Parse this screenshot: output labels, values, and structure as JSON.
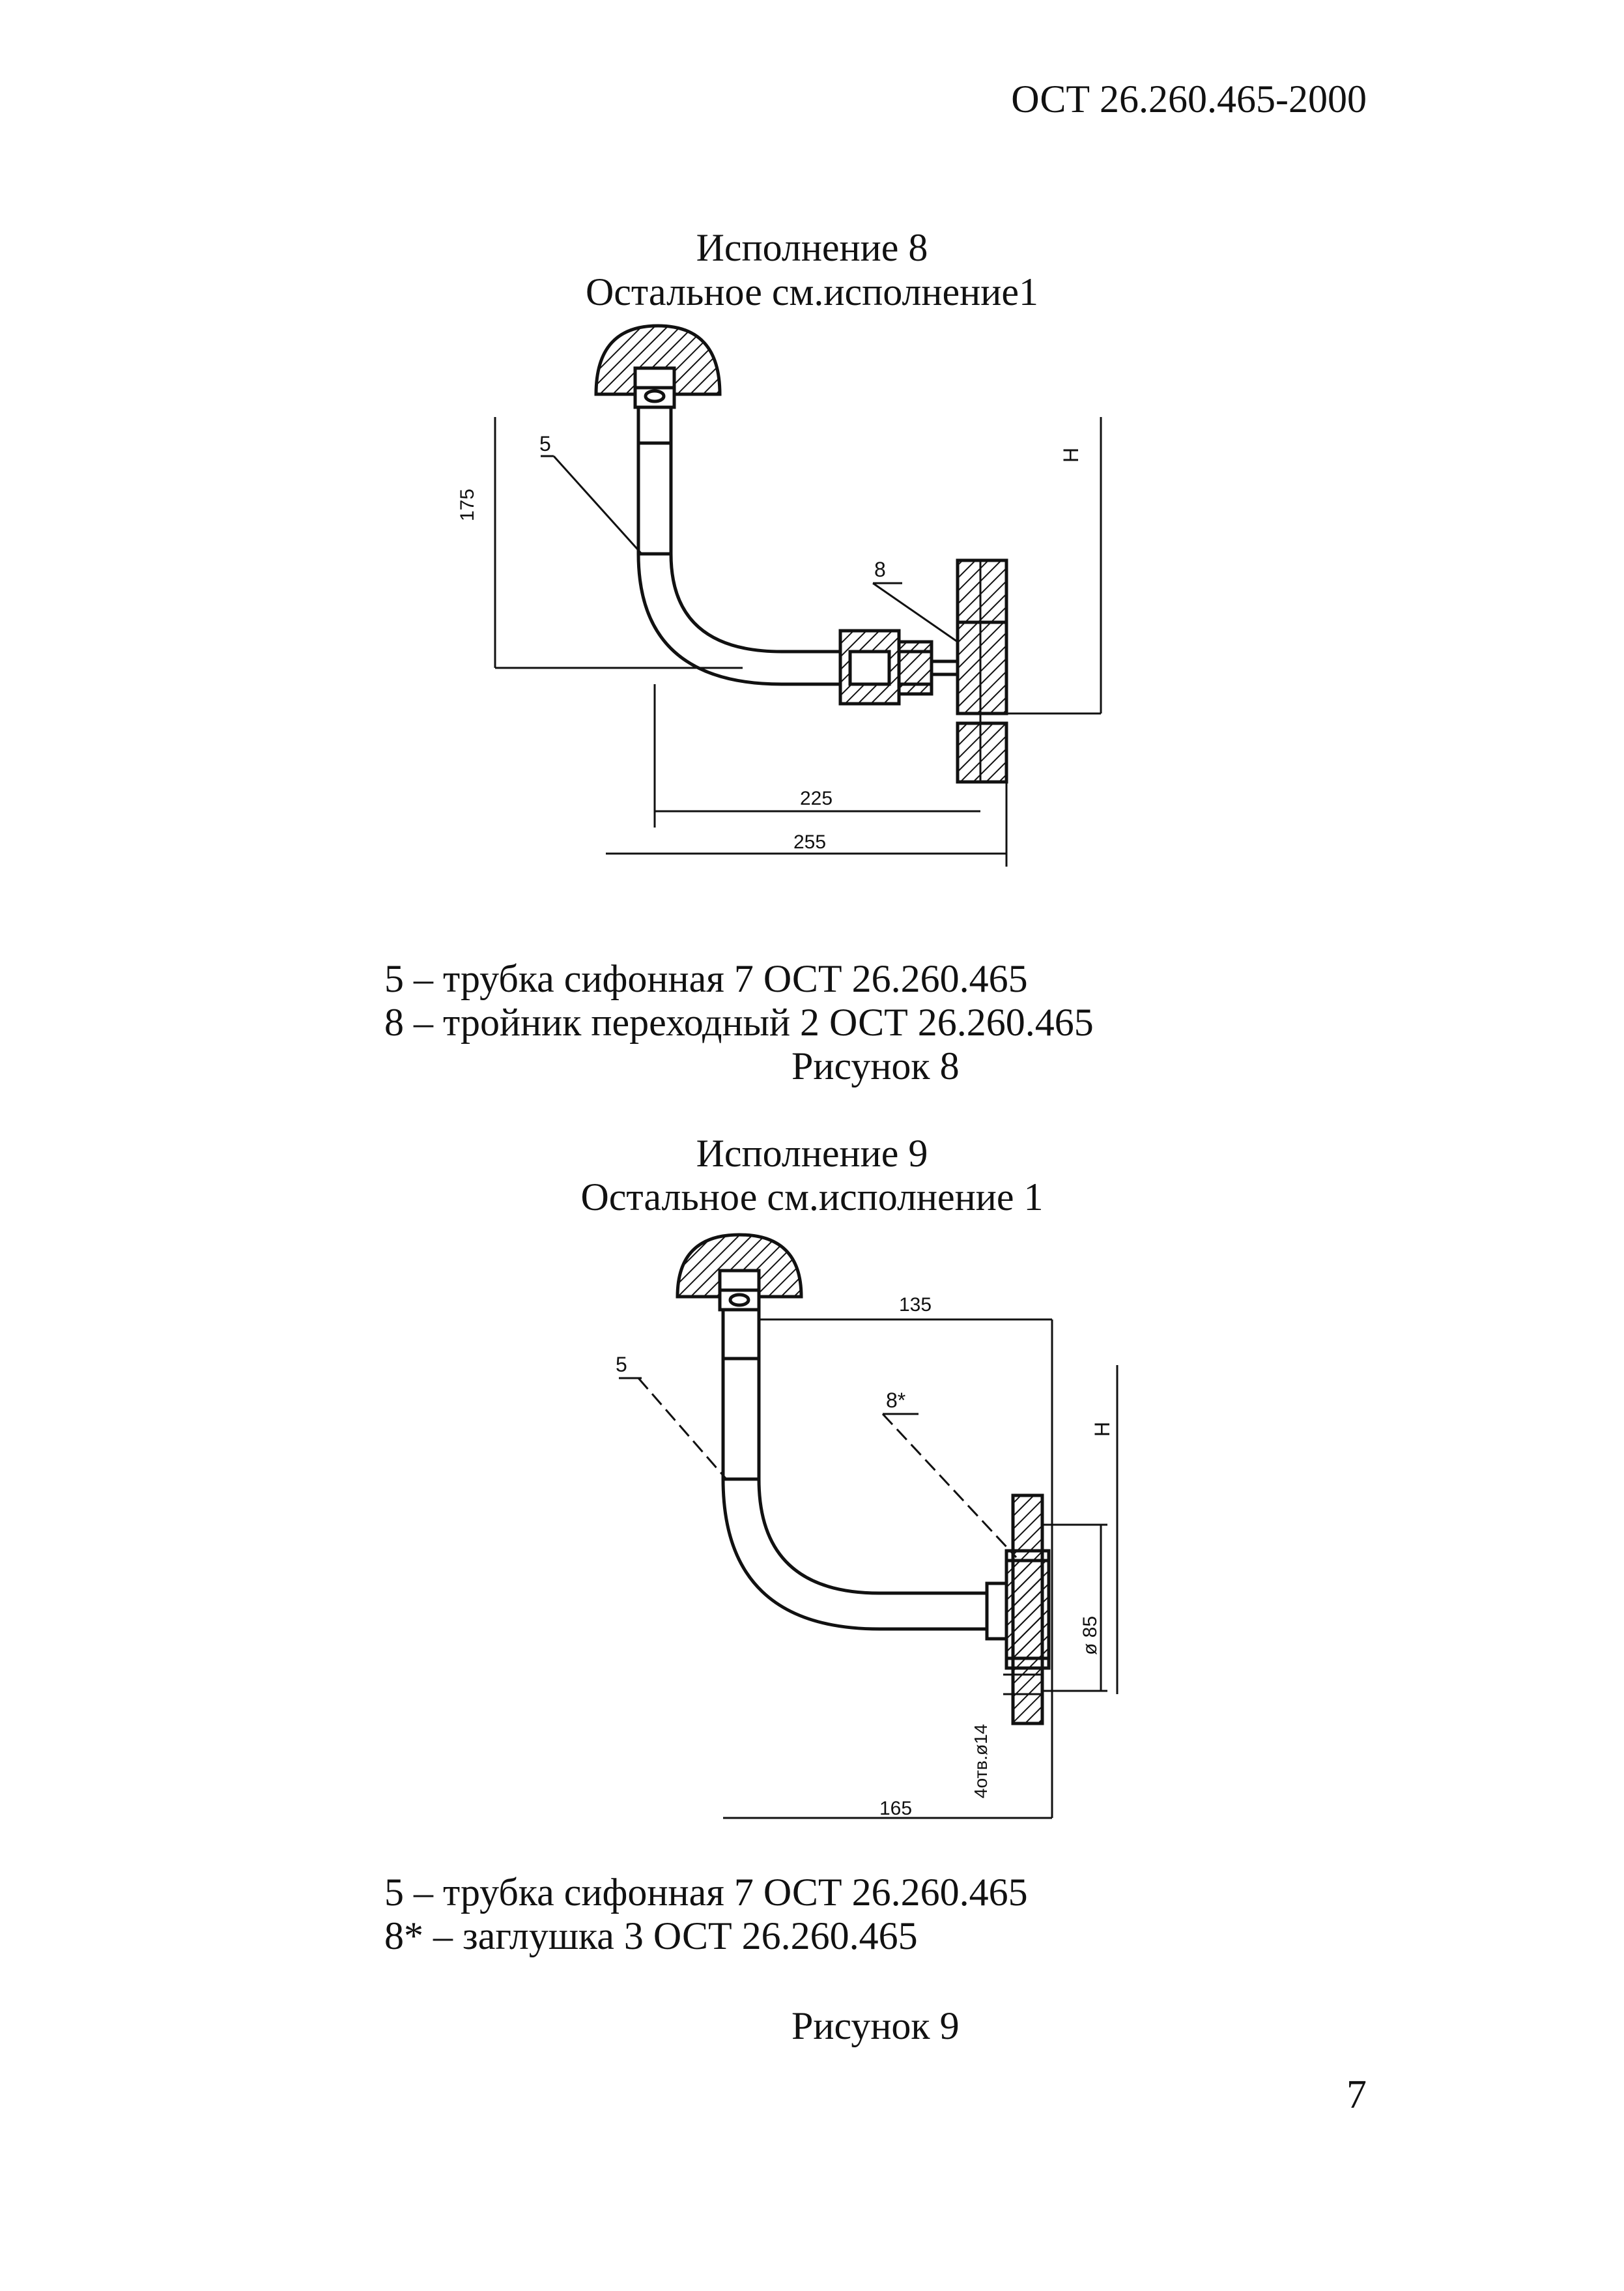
{
  "header": {
    "standard": "ОСТ 26.260.465-2000"
  },
  "figure8": {
    "title": "Исполнение 8",
    "subtitle": "Остальное см.исполнение1",
    "dims": {
      "vertical": "175",
      "inner": "225",
      "outer": "255",
      "height": "H"
    },
    "callouts": {
      "tube": "5",
      "tee": "8"
    },
    "legend": [
      "5 – трубка сифонная  7 ОСТ 26.260.465",
      "8 – тройник переходный  2 ОСТ 26.260.465"
    ],
    "caption": "Рисунок 8"
  },
  "figure9": {
    "title": "Исполнение 9",
    "subtitle": "Остальное см.исполнение 1",
    "dims": {
      "top": "135",
      "bottom": "165",
      "diameter": "ø 85",
      "holes": "4отв.ø14",
      "height": "H"
    },
    "callouts": {
      "tube": "5",
      "plug": "8*"
    },
    "legend": [
      "5 – трубка сифонная  7 ОСТ 26.260.465",
      "8* – заглушка  3 ОСТ 26.260.465"
    ],
    "caption": "Рисунок 9"
  },
  "page_number": "7"
}
